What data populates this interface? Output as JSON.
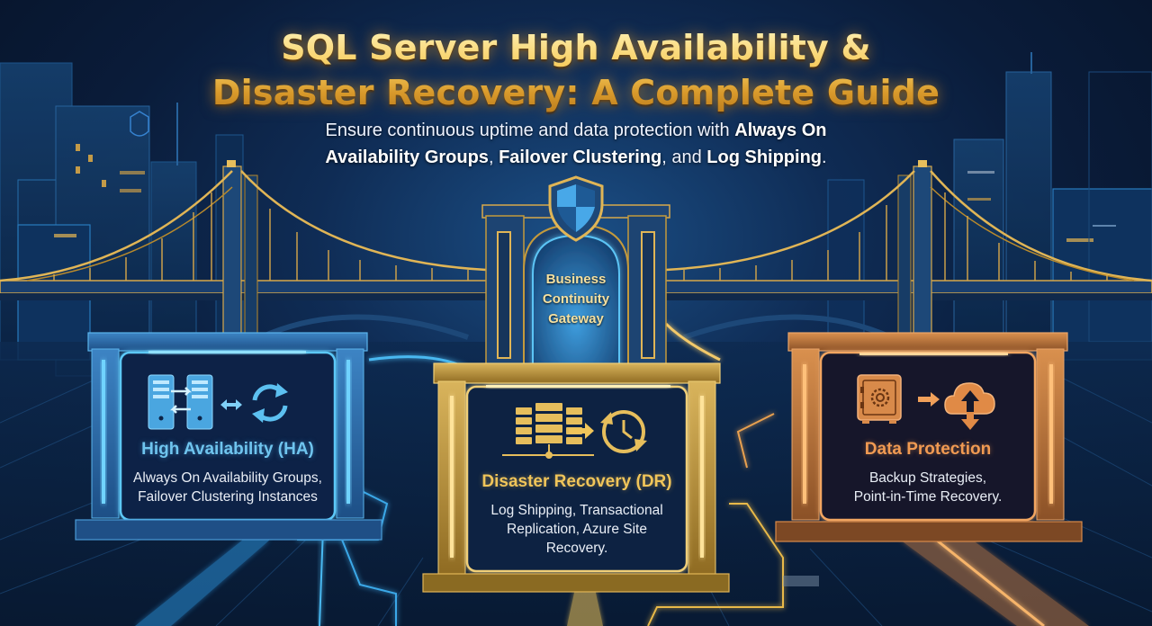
{
  "header": {
    "title_line1": "SQL Server High Availability &",
    "title_line2": "Disaster Recovery: A Complete Guide",
    "subtitle": {
      "line1_plain": "Ensure continuous uptime and data protection with ",
      "line1_bold": "Always On",
      "line2_bold1": "Availability Groups",
      "line2_sep1": ", ",
      "line2_bold2": "Failover Clustering",
      "line2_sep2": ", and ",
      "line2_bold3": "Log Shipping",
      "line2_end": "."
    }
  },
  "gateway": {
    "label_line1": "Business",
    "label_line2": "Continuity",
    "label_line3": "Gateway",
    "icon": "shield-icon"
  },
  "panels": [
    {
      "id": "ha",
      "title": "High Availability (HA)",
      "desc_line1": "Always On Availability Groups,",
      "desc_line2": "Failover Clustering Instances",
      "icons": [
        "server-pair-icon",
        "double-arrow-icon",
        "sync-icon"
      ],
      "accent": "#4fb3ea"
    },
    {
      "id": "dr",
      "title": "Disaster Recovery (DR)",
      "desc_line1": "Log Shipping, Transactional",
      "desc_line2": "Replication, Azure Site",
      "desc_line3": "Recovery.",
      "icons": [
        "server-rack-icon",
        "arrow-right-icon",
        "clock-restore-icon"
      ],
      "accent": "#e8b948"
    },
    {
      "id": "dp",
      "title": "Data Protection",
      "desc_line1": "Backup Strategies,",
      "desc_line2": "Point-in-Time Recovery.",
      "icons": [
        "vault-icon",
        "arrow-right-icon",
        "cloud-sync-icon"
      ],
      "accent": "#e08a46"
    }
  ],
  "colors": {
    "background": "#0a1c3a",
    "gold": "#e8b948",
    "blue": "#4fb3ea",
    "copper": "#e08a46"
  }
}
